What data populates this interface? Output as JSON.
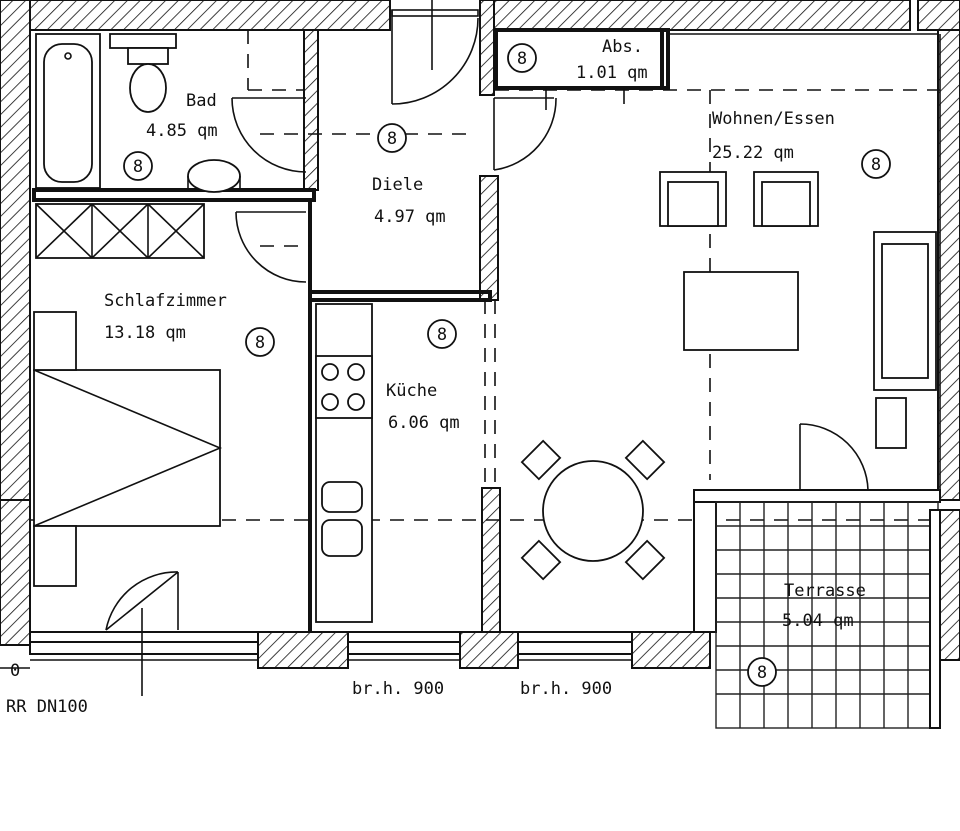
{
  "rooms": {
    "bad": {
      "name": "Bad",
      "area": "4.85 qm"
    },
    "diele": {
      "name": "Diele",
      "area": "4.97 qm"
    },
    "abs": {
      "name": "Abs.",
      "area": "1.01 qm"
    },
    "wohnen": {
      "name": "Wohnen/Essen",
      "area": "25.22 qm"
    },
    "schlaf": {
      "name": "Schlafzimmer",
      "area": "13.18 qm"
    },
    "kueche": {
      "name": "Küche",
      "area": "6.06 qm"
    },
    "terrasse": {
      "name": "Terrasse",
      "area": "5.04 qm"
    }
  },
  "marker_symbol": "8",
  "annotations": {
    "rr": "RR DN100",
    "brh_left": "br.h. 900",
    "brh_right": "br.h. 900",
    "small_zero": "0"
  }
}
